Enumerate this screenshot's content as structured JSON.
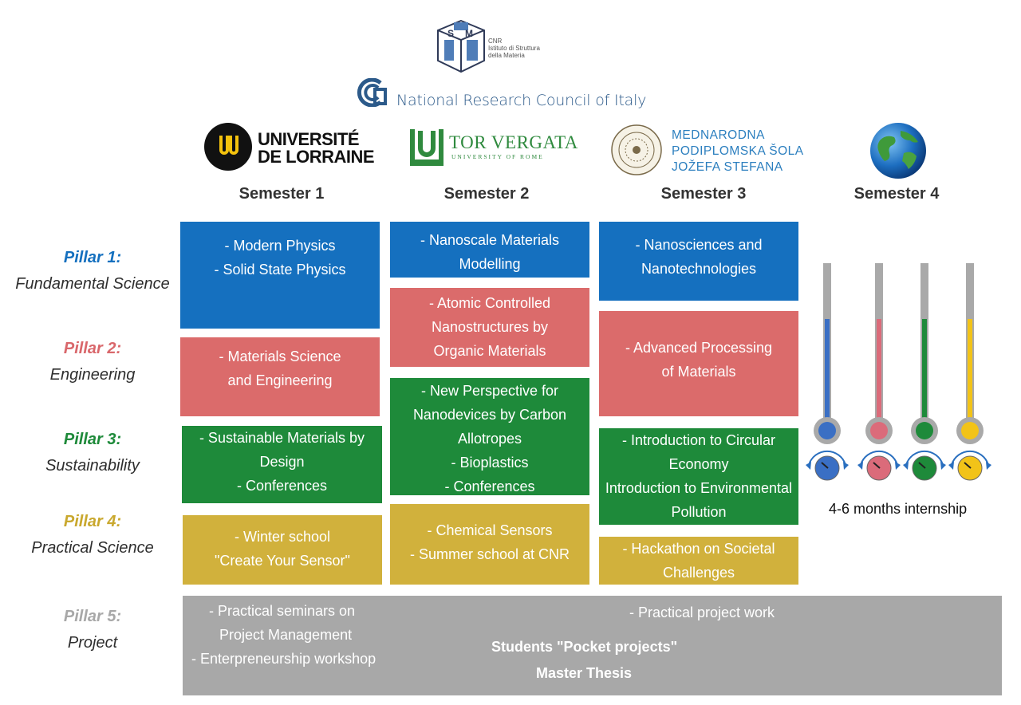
{
  "header": {
    "ism_lines": [
      "CNR",
      "Istituto di Struttura",
      "della Materia"
    ],
    "cnr_name": "National Research Council of Italy",
    "ul_lines": [
      "UNIVERSITÉ",
      "DE LORRAINE"
    ],
    "tv_title": "TOR VERGATA",
    "tv_subtitle": "UNIVERSITY OF ROME",
    "mps_lines": [
      "MEDNARODNA",
      "PODIPLOMSKA ŠOLA",
      "JOŽEFA STEFANA"
    ]
  },
  "semesters": [
    "Semester 1",
    "Semester 2",
    "Semester 3",
    "Semester 4"
  ],
  "pillars": [
    {
      "title": "Pillar 1:",
      "subtitle": "Fundamental Science",
      "color": "#1570bf"
    },
    {
      "title": "Pillar 2:",
      "subtitle": "Engineering",
      "color": "#db6b6b"
    },
    {
      "title": "Pillar 3:",
      "subtitle": "Sustainability",
      "color": "#1e8a3a"
    },
    {
      "title": "Pillar 4:",
      "subtitle": "Practical Science",
      "color": "#d1b13c"
    },
    {
      "title": "Pillar 5:",
      "subtitle": "Project",
      "color": "#a8a8a8"
    }
  ],
  "cells": {
    "s1_p1": [
      "- Modern Physics",
      "- Solid State Physics"
    ],
    "s1_p2": [
      "- Materials Science",
      "and Engineering"
    ],
    "s1_p3": [
      "- Sustainable Materials by",
      "Design",
      "- Conferences"
    ],
    "s1_p4": [
      "- Winter school",
      "\"Create Your Sensor\""
    ],
    "s2_p1": [
      "- Nanoscale Materials",
      "Modelling"
    ],
    "s2_p2": [
      "- Atomic Controlled",
      "Nanostructures by",
      "Organic Materials"
    ],
    "s2_p3": [
      "- New Perspective for",
      "Nanodevices by Carbon",
      "Allotropes",
      "- Bioplastics",
      "- Conferences"
    ],
    "s2_p4": [
      "- Chemical Sensors",
      "- Summer school at CNR"
    ],
    "s3_p1": [
      "- Nanosciences and",
      "Nanotechnologies"
    ],
    "s3_p2": [
      "- Advanced Processing",
      "of Materials"
    ],
    "s3_p3": [
      "- Introduction to Circular",
      "Economy",
      "Introduction to Environmental",
      "Pollution"
    ],
    "s3_p4": [
      "- Hackathon on Societal",
      "Challenges"
    ]
  },
  "project": {
    "left": [
      "- Practical seminars on",
      "Project Management",
      "- Enterpreneurship workshop"
    ],
    "right": "- Practical project work",
    "pocket": "Students \"Pocket projects\"",
    "thesis": "Master Thesis"
  },
  "internship": {
    "label": "4-6 months internship",
    "thermometer_colors": [
      "#3a6fc4",
      "#db6b7a",
      "#1e8a3a",
      "#f2c318"
    ],
    "fill_fraction": 0.65
  }
}
